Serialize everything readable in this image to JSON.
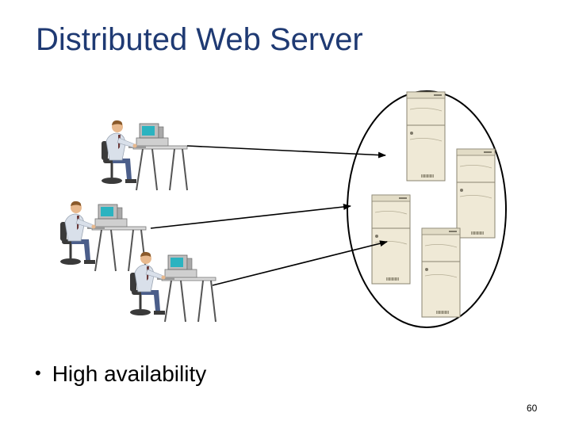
{
  "slide": {
    "title": "Distributed Web Server",
    "bullets": [
      "High availability"
    ],
    "page_number": "60"
  },
  "diagram": {
    "clients": [
      "workstation-user",
      "workstation-user",
      "workstation-user"
    ],
    "servers": [
      "tower-server",
      "tower-server",
      "tower-server",
      "tower-server"
    ],
    "colors": {
      "title": "#1f3a73",
      "server_body": "#efe9d6",
      "server_outline": "#8a8470",
      "monitor_screen": "#2bb3c0",
      "shirt": "#d9e0ea",
      "pants": "#4b5e8a",
      "chair": "#3a3a3a",
      "arrow": "#000000"
    }
  }
}
